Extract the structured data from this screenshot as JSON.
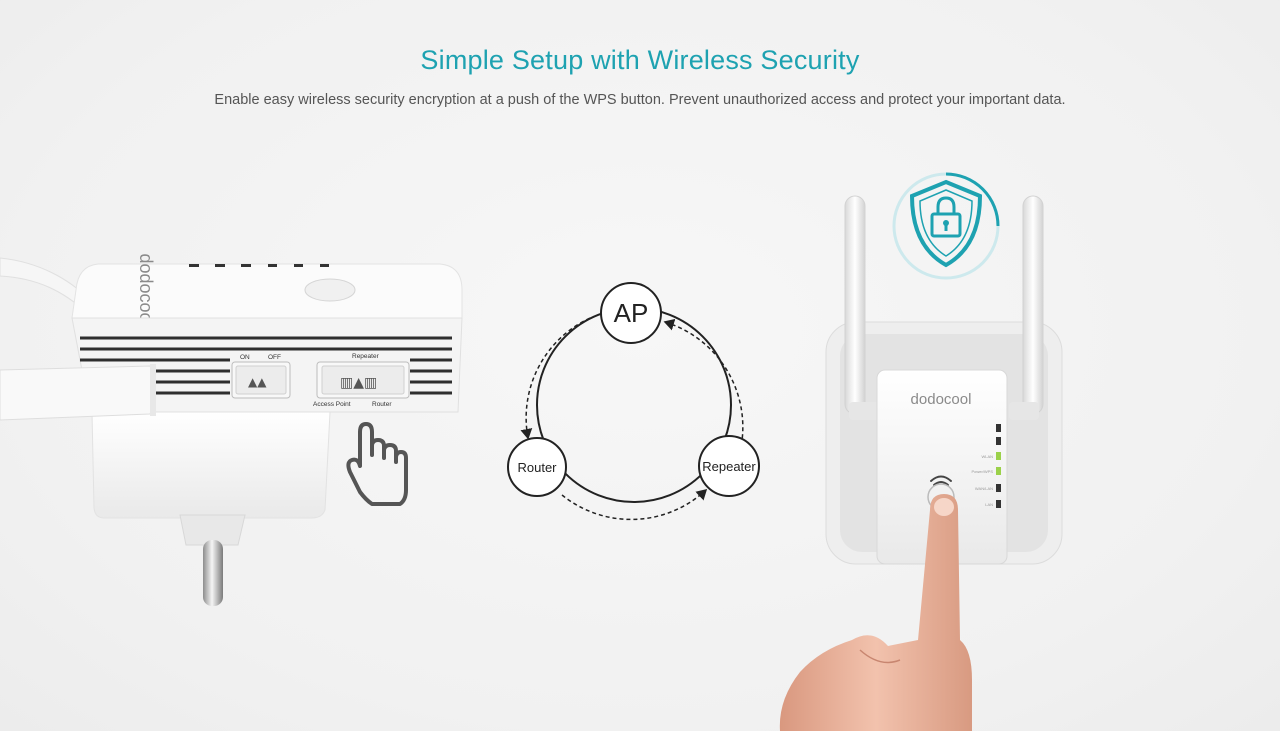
{
  "header": {
    "title": "Simple Setup with Wireless Security",
    "subtitle": "Enable easy wireless security encryption at a push of the WPS button. Prevent unauthorized access and protect your important data."
  },
  "left_device": {
    "switch_on_label": "ON",
    "switch_off_label": "OFF",
    "mode_top_label": "Repeater",
    "mode_left_label": "Access Point",
    "mode_right_label": "Router",
    "brand": "dodocool"
  },
  "diagram": {
    "nodes": {
      "ap": "AP",
      "router": "Router",
      "repeater": "Repeater"
    }
  },
  "right_device": {
    "brand": "dodocool",
    "led_wlan": "WLAN",
    "led_power": "Power/WPS",
    "led_wanlan": "WAN/LAN",
    "led_lan": "LAN"
  },
  "colors": {
    "accent": "#1ea2b1",
    "led_green": "#9bd14a",
    "text_dark": "#222222"
  },
  "icons": {
    "shield": "shield-lock-icon",
    "hand": "hand-pointer-icon",
    "wps": "wifi-wps-icon"
  }
}
